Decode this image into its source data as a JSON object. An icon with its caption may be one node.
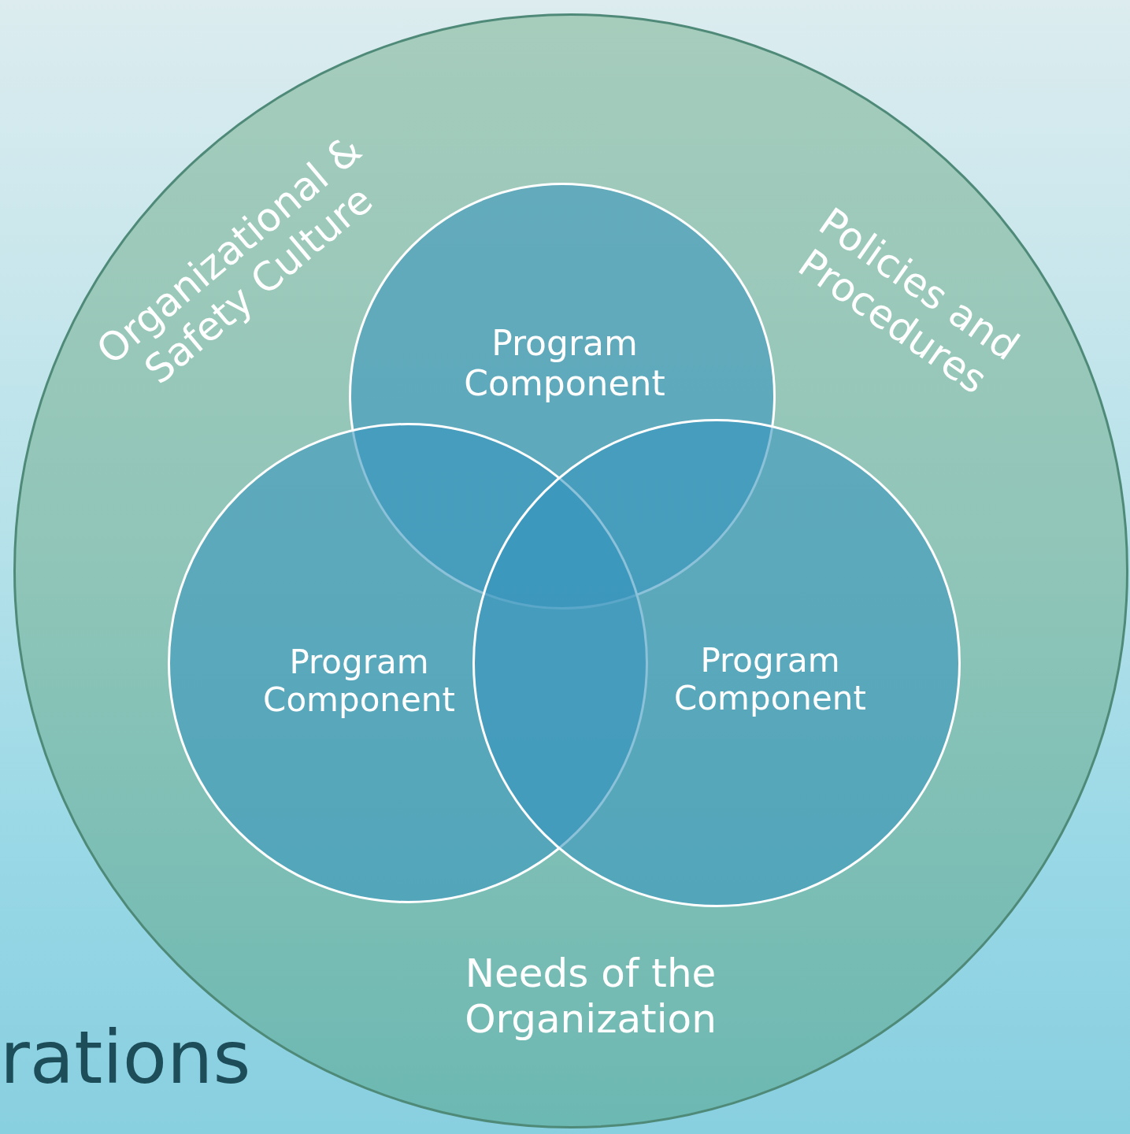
{
  "diagram": {
    "nodes": [
      {
        "text": [
          "Organizational & Safety Culture",
          "Policies and Procedures",
          "Needs of the Organization"
        ]
      },
      {
        "text": [
          "Program Component"
        ],
        "in": 0
      },
      {
        "text": [
          "Program Component"
        ],
        "in": 0
      },
      {
        "text": [
          "Program Component"
        ],
        "in": 0
      }
    ],
    "labels": [
      "rations"
    ]
  }
}
